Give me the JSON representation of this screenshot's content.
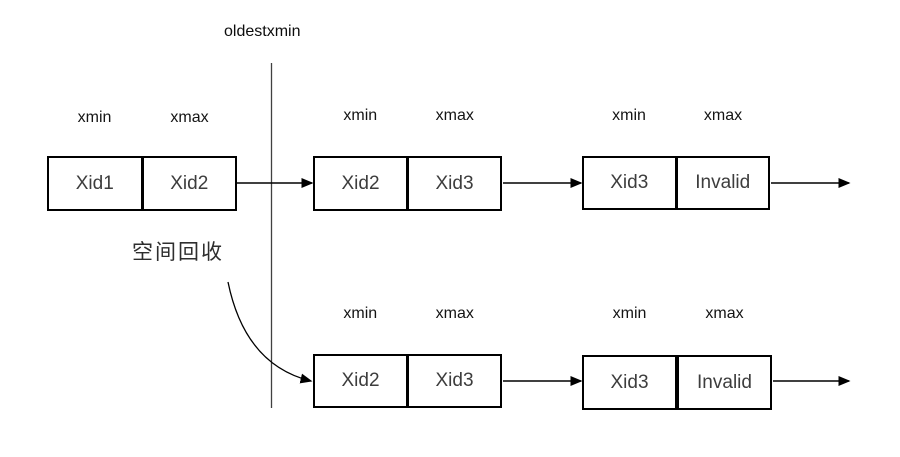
{
  "diagram": {
    "oldestxmin_label": "oldestxmin",
    "reclaim_label": "空间回收",
    "top_row": {
      "nodes": [
        {
          "headers": [
            "xmin",
            "xmax"
          ],
          "cells": [
            "Xid1",
            "Xid2"
          ]
        },
        {
          "headers": [
            "xmin",
            "xmax"
          ],
          "cells": [
            "Xid2",
            "Xid3"
          ]
        },
        {
          "headers": [
            "xmin",
            "xmax"
          ],
          "cells": [
            "Xid3",
            "Invalid"
          ]
        }
      ]
    },
    "bottom_row": {
      "nodes": [
        {
          "headers": [
            "xmin",
            "xmax"
          ],
          "cells": [
            "Xid2",
            "Xid3"
          ]
        },
        {
          "headers": [
            "xmin",
            "xmax"
          ],
          "cells": [
            "Xid3",
            "Invalid"
          ]
        }
      ]
    },
    "colors": {
      "box_stroke": "#000000",
      "arrow_stroke": "#000000",
      "guide_line": "#404040",
      "cell_text": "#3d3d3d",
      "label_text": "#141414",
      "background": "#ffffff"
    }
  }
}
